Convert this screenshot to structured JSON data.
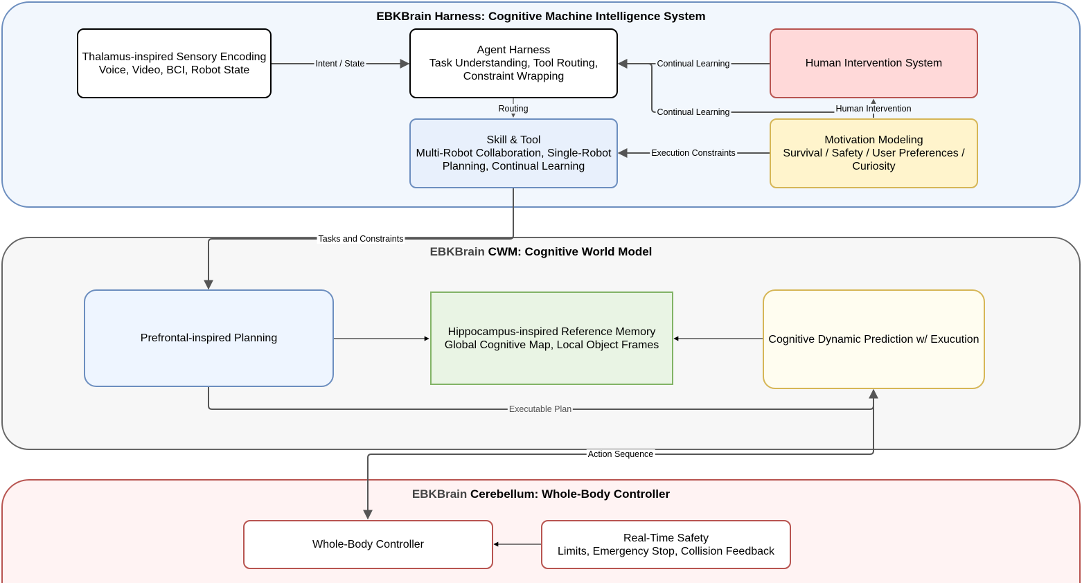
{
  "groups": {
    "harness": {
      "title_brand": "",
      "title_rest": "EBKBrain Harness: Cognitive Machine Intelligence System"
    },
    "cwm": {
      "title_brand": "EBKBrain",
      "title_rest": " CWM: Cognitive World Model"
    },
    "cerebellum": {
      "title_brand": "EBKBrain",
      "title_rest": " Cerebellum: Whole-Body Controller"
    }
  },
  "nodes": {
    "sensory": {
      "line1": "Thalamus-inspired Sensory Encoding",
      "line2": "Voice, Video, BCI, Robot State"
    },
    "agent": {
      "line1": "Agent Harness",
      "line2": "Task Understanding, Tool Routing,",
      "line3": "Constraint Wrapping"
    },
    "human": {
      "line1": "Human Intervention System"
    },
    "skill": {
      "line1": "Skill & Tool",
      "line2": "Multi-Robot Collaboration, Single-Robot",
      "line3": "Planning, Continual Learning"
    },
    "motivation": {
      "line1": "Motivation Modeling",
      "line2": "Survival / Safety / User Preferences /",
      "line3": "Curiosity"
    },
    "planning": {
      "line1": "Prefrontal-inspired Planning"
    },
    "memory": {
      "line1": "Hippocampus-inspired Reference Memory",
      "line2": "Global Cognitive Map, Local Object Frames"
    },
    "prediction": {
      "line1": "Cognitive Dynamic Prediction w/ Exucution"
    },
    "controller": {
      "line1": "Whole-Body Controller"
    },
    "safety": {
      "line1": "Real-Time Safety",
      "line2": "Limits, Emergency Stop, Collision Feedback"
    }
  },
  "edges": {
    "intent_state": "Intent / State",
    "continual_learning_1": "Continual Learning",
    "continual_learning_2": "Continual Learning",
    "human_intervention": "Human Intervention",
    "routing": "Routing",
    "execution_constraints": "Execution Constraints",
    "tasks_constraints": "Tasks and Constraints",
    "executable_plan": "Executable Plan",
    "action_sequence": "Action Sequence"
  },
  "colors": {
    "harness_border": "#6c8ebf",
    "cwm_border": "#666666",
    "cerebellum_border": "#b85450",
    "edge": "#555555"
  }
}
